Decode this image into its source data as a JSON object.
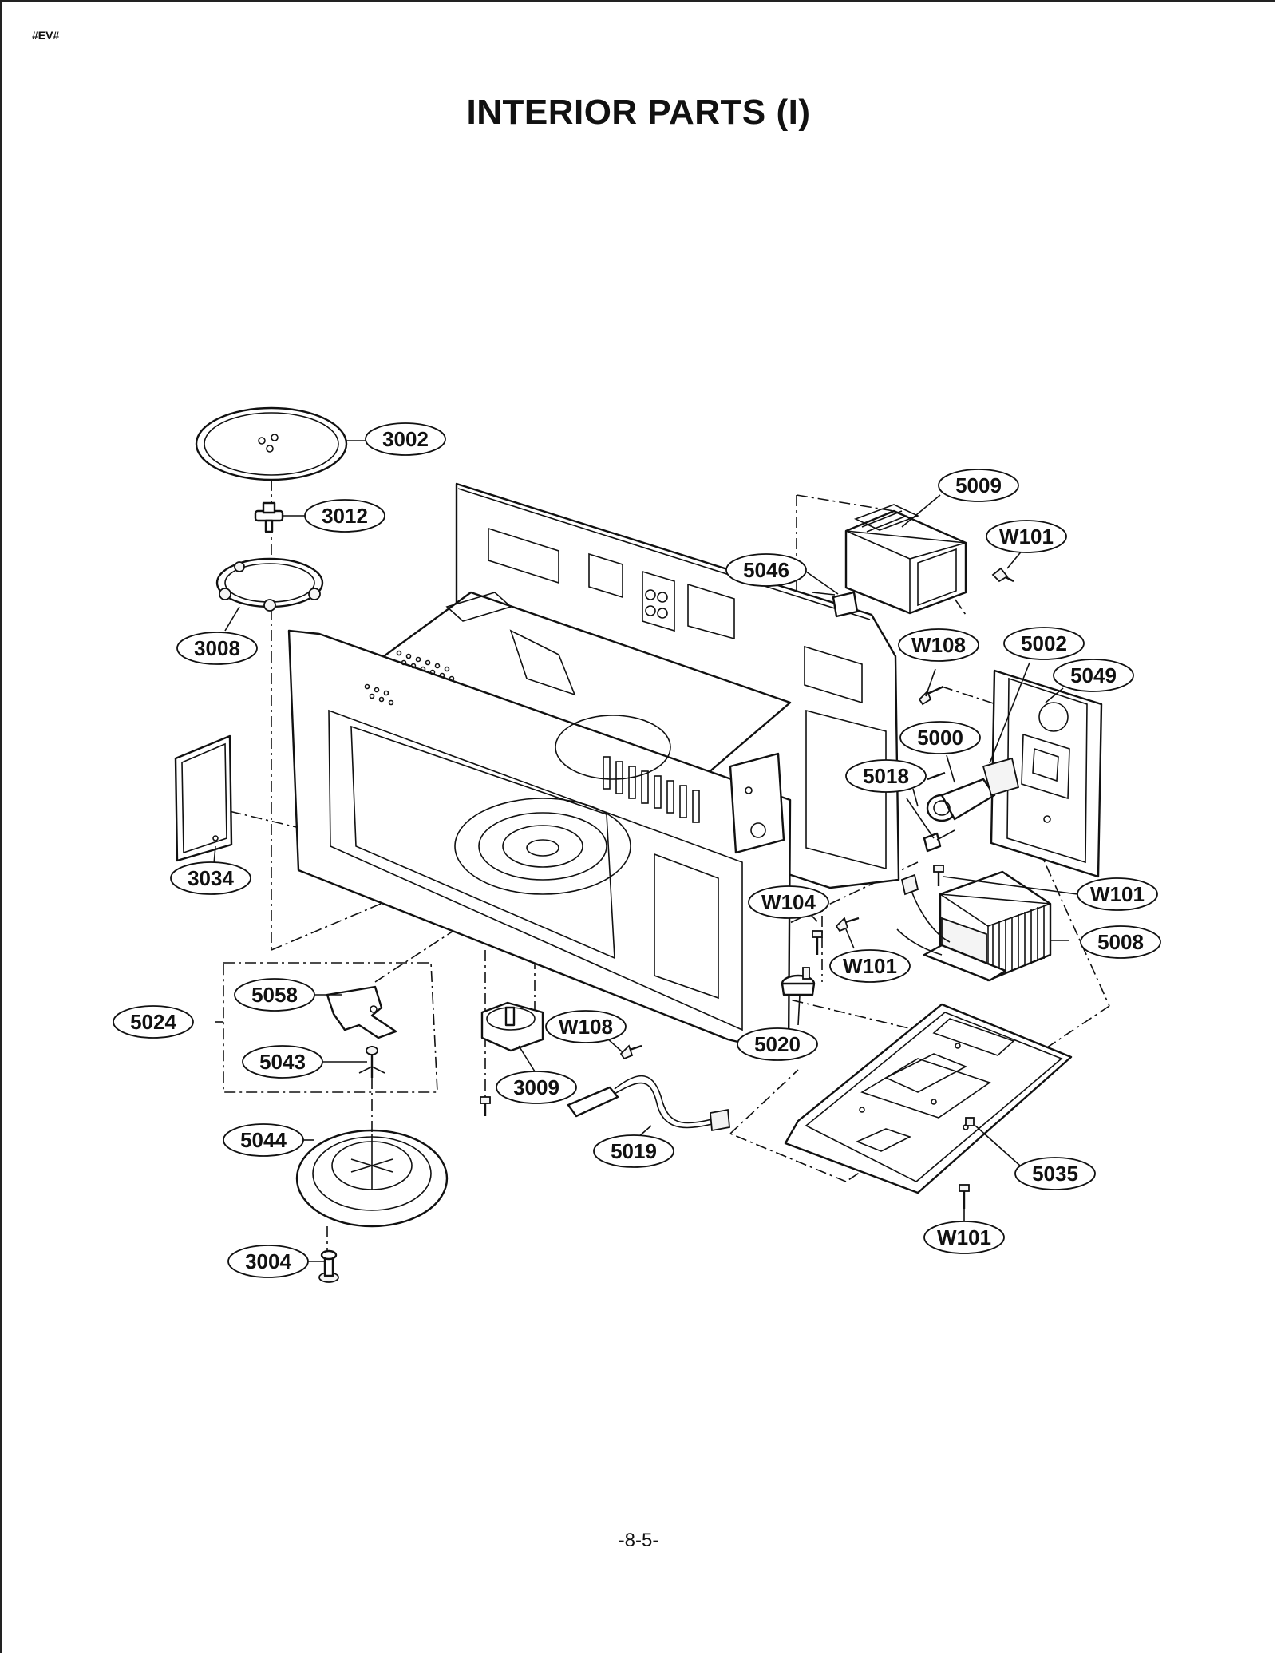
{
  "header": {
    "tag": "#EV#",
    "title": "INTERIOR PARTS (I)"
  },
  "footer": {
    "page_number": "-8-5-"
  },
  "callouts": [
    {
      "id": "3002",
      "label": "3002"
    },
    {
      "id": "3012",
      "label": "3012"
    },
    {
      "id": "3008",
      "label": "3008"
    },
    {
      "id": "3034",
      "label": "3034"
    },
    {
      "id": "5024",
      "label": "5024"
    },
    {
      "id": "5058",
      "label": "5058"
    },
    {
      "id": "5043",
      "label": "5043"
    },
    {
      "id": "5044",
      "label": "5044"
    },
    {
      "id": "3004",
      "label": "3004"
    },
    {
      "id": "3009",
      "label": "3009"
    },
    {
      "id": "w108-a",
      "label": "W108"
    },
    {
      "id": "5019",
      "label": "5019"
    },
    {
      "id": "5020",
      "label": "5020"
    },
    {
      "id": "w104",
      "label": "W104"
    },
    {
      "id": "w101-a",
      "label": "W101"
    },
    {
      "id": "5009",
      "label": "5009"
    },
    {
      "id": "w101-b",
      "label": "W101"
    },
    {
      "id": "5046",
      "label": "5046"
    },
    {
      "id": "w108-b",
      "label": "W108"
    },
    {
      "id": "5002",
      "label": "5002"
    },
    {
      "id": "5049",
      "label": "5049"
    },
    {
      "id": "5000",
      "label": "5000"
    },
    {
      "id": "5018",
      "label": "5018"
    },
    {
      "id": "w101-c",
      "label": "W101"
    },
    {
      "id": "5008",
      "label": "5008"
    },
    {
      "id": "5035",
      "label": "5035"
    },
    {
      "id": "w101-d",
      "label": "W101"
    }
  ]
}
